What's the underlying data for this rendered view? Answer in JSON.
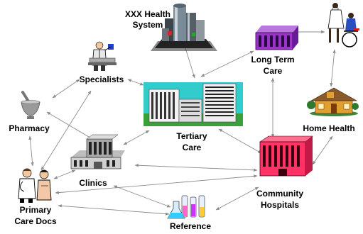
{
  "nodes": {
    "health_system": {
      "label_line1": "XXX Health",
      "label_line2": "System",
      "icon": "skyscraper-icon"
    },
    "long_term_care": {
      "label_line1": "Long Term",
      "label_line2": "Care",
      "icon": "purple-building-icon"
    },
    "nurse_patient": {
      "icon": "nurse-wheelchair-icon"
    },
    "specialists": {
      "label": "Specialists",
      "icon": "specialist-presenter-icon"
    },
    "pharmacy": {
      "label": "Pharmacy",
      "icon": "mortar-pestle-icon"
    },
    "tertiary_care": {
      "label_line1": "Tertiary",
      "label_line2": "Care",
      "icon": "hospital-complex-icon"
    },
    "home_health": {
      "label": "Home Health",
      "icon": "house-icon"
    },
    "clinics": {
      "label": "Clinics",
      "icon": "clinic-building-icon"
    },
    "community_hospitals": {
      "label_line1": "Community",
      "label_line2": "Hospitals",
      "icon": "red-hospital-icon"
    },
    "primary_care": {
      "label_line1": "Primary",
      "label_line2": "Care Docs",
      "icon": "doctor-patient-icon"
    },
    "reference": {
      "label": "Reference",
      "icon": "lab-flasks-icon"
    }
  },
  "colors": {
    "arrow": "#8c8c8c",
    "tertiary_bg": "#33cccc",
    "long_term_care": "#9933cc",
    "community_hospital": "#ff3366",
    "house_roof": "#8b5a2b",
    "house_wall": "#e0a030"
  }
}
